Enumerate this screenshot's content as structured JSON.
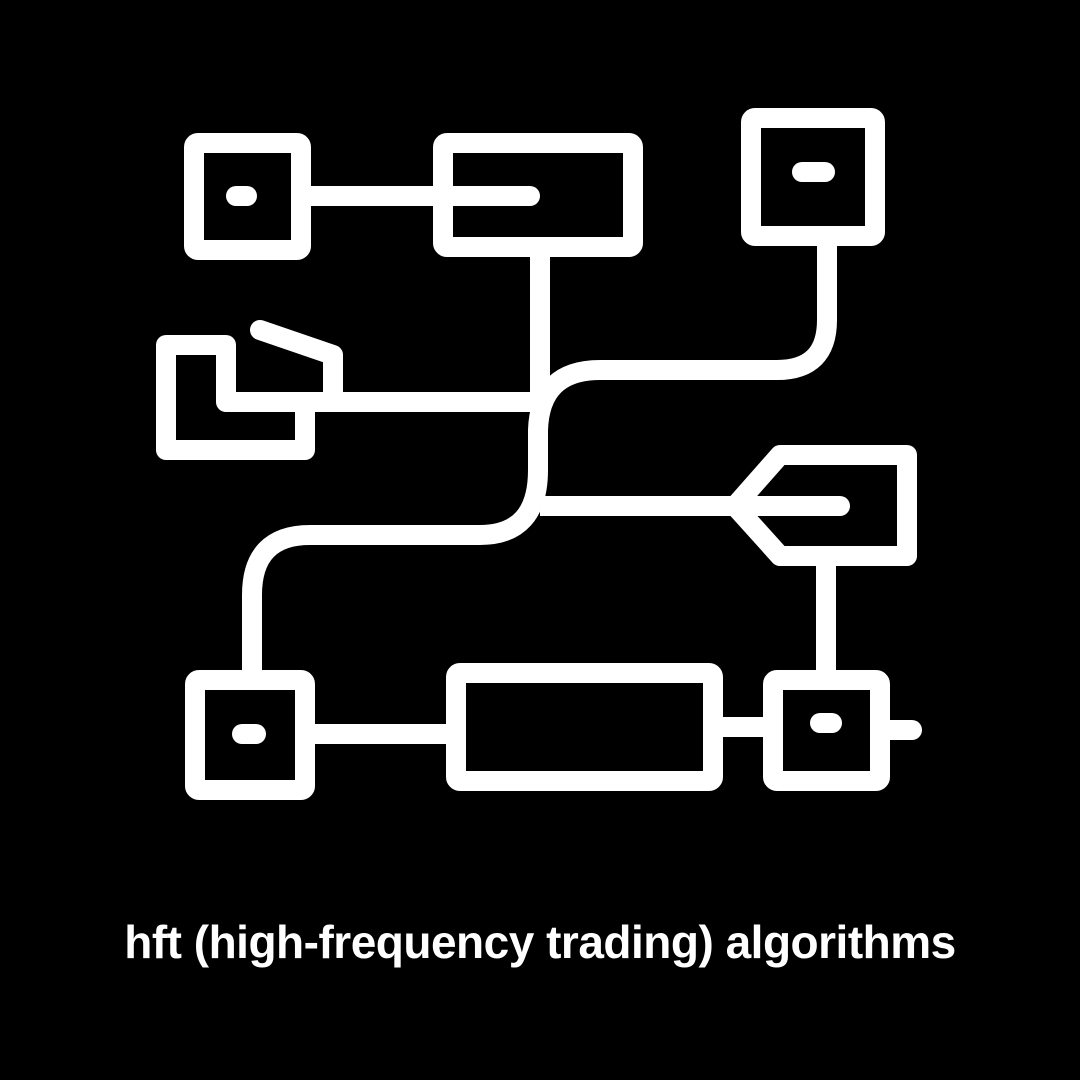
{
  "background_color": "#000000",
  "foreground_color": "#ffffff",
  "icon": {
    "name": "hft-algorithm-flowchart-icon",
    "description": "Line-art flowchart/network diagram of connected boxes representing algorithmic trading flow",
    "nodes": [
      {
        "id": "top-left-square",
        "shape": "square-with-dash"
      },
      {
        "id": "top-middle-rect",
        "shape": "rectangle-with-dash"
      },
      {
        "id": "top-right-square",
        "shape": "square-with-dash"
      },
      {
        "id": "left-folded-node",
        "shape": "folded-l-shape"
      },
      {
        "id": "right-tag-node",
        "shape": "arrow-tag"
      },
      {
        "id": "bottom-left-square",
        "shape": "square-with-dash"
      },
      {
        "id": "bottom-middle-rect",
        "shape": "wide-rectangle"
      },
      {
        "id": "bottom-right-square",
        "shape": "square-with-dash-and-stub"
      }
    ]
  },
  "caption": {
    "text": "hft (high-frequency trading) algorithms"
  }
}
